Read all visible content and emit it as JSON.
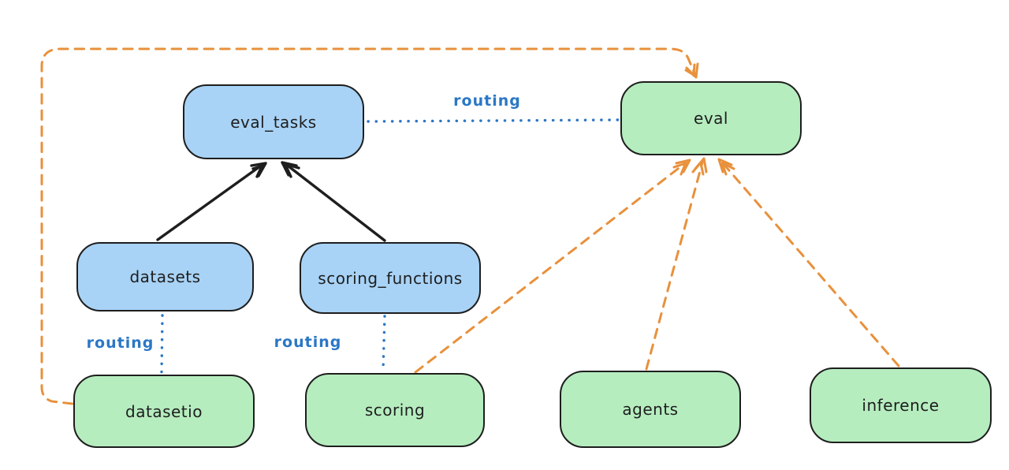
{
  "colors": {
    "stroke": "#1e1e1e",
    "blue_fill": "#a8d3f6",
    "green_fill": "#b6edbf",
    "routing_blue": "#2b77c5",
    "orange": "#e8913c",
    "background": "#ffffff"
  },
  "nodes": {
    "eval_tasks": {
      "label": "eval_tasks",
      "color": "blue"
    },
    "eval": {
      "label": "eval",
      "color": "green"
    },
    "datasets": {
      "label": "datasets",
      "color": "blue"
    },
    "scoring_functions": {
      "label": "scoring_functions",
      "color": "blue"
    },
    "datasetio": {
      "label": "datasetio",
      "color": "green"
    },
    "scoring": {
      "label": "scoring",
      "color": "green"
    },
    "agents": {
      "label": "agents",
      "color": "green"
    },
    "inference": {
      "label": "inference",
      "color": "green"
    }
  },
  "labels": {
    "routing_eval_tasks_eval": "routing",
    "routing_datasets_datasetio": "routing",
    "routing_scoring_functions_scoring": "routing"
  },
  "edges": [
    {
      "from": "datasets",
      "to": "eval_tasks",
      "style": "solid-arrow",
      "color": "black"
    },
    {
      "from": "scoring_functions",
      "to": "eval_tasks",
      "style": "solid-arrow",
      "color": "black"
    },
    {
      "from": "eval_tasks",
      "to": "eval",
      "style": "dotted-line",
      "color": "blue",
      "label": "routing"
    },
    {
      "from": "datasets",
      "to": "datasetio",
      "style": "dotted-line",
      "color": "blue",
      "label": "routing"
    },
    {
      "from": "scoring_functions",
      "to": "scoring",
      "style": "dotted-line",
      "color": "blue",
      "label": "routing"
    },
    {
      "from": "datasetio",
      "to": "eval",
      "style": "dashed-arrow",
      "color": "orange"
    },
    {
      "from": "scoring",
      "to": "eval",
      "style": "dashed-arrow",
      "color": "orange"
    },
    {
      "from": "agents",
      "to": "eval",
      "style": "dashed-arrow",
      "color": "orange"
    },
    {
      "from": "inference",
      "to": "eval",
      "style": "dashed-arrow",
      "color": "orange"
    }
  ]
}
